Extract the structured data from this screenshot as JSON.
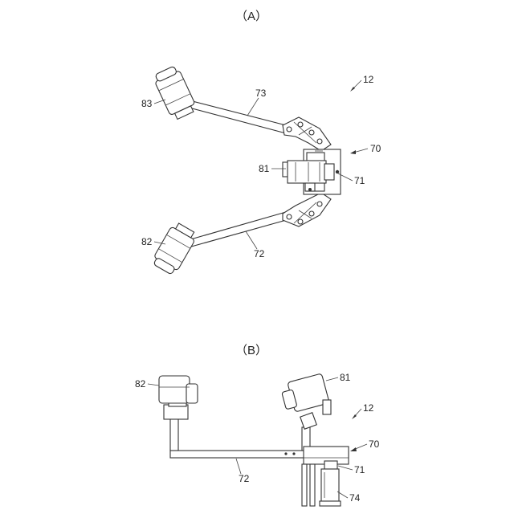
{
  "views": {
    "a": {
      "caption": "（A）",
      "labels": {
        "l12": "12",
        "l70": "70",
        "l71": "71",
        "l72": "72",
        "l73": "73",
        "l81": "81",
        "l82": "82",
        "l83": "83"
      }
    },
    "b": {
      "caption": "（B）",
      "labels": {
        "l12": "12",
        "l70": "70",
        "l71": "71",
        "l72": "72",
        "l74": "74",
        "l81": "81",
        "l82": "82"
      }
    }
  }
}
